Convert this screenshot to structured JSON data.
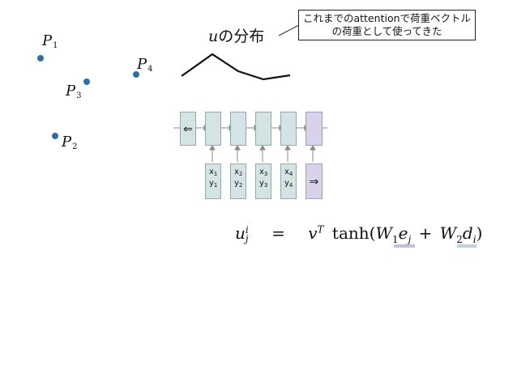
{
  "points": [
    {
      "id": "P1",
      "letter": "P",
      "sub": "1"
    },
    {
      "id": "P4",
      "letter": "P",
      "sub": "4"
    },
    {
      "id": "P3",
      "letter": "P",
      "sub": "3"
    },
    {
      "id": "P2",
      "letter": "P",
      "sub": "2"
    }
  ],
  "distribution": {
    "var": "u",
    "label": "の分布"
  },
  "note": {
    "line1": "これまでのattentionで荷重ベクトル",
    "line2": "の荷重として使ってきた"
  },
  "network": {
    "left_arrow": "⇐",
    "right_arrow": "⇒",
    "inputs": [
      {
        "x": "x",
        "xs": "1",
        "y": "y",
        "ys": "1"
      },
      {
        "x": "x",
        "xs": "2",
        "y": "y",
        "ys": "2"
      },
      {
        "x": "x",
        "xs": "3",
        "y": "y",
        "ys": "3"
      },
      {
        "x": "x",
        "xs": "4",
        "y": "y",
        "ys": "4"
      }
    ]
  },
  "formula": {
    "lhs_var": "u",
    "lhs_sup": "i",
    "lhs_sub": "j",
    "eq": "=",
    "v": "v",
    "v_sup": "T",
    "func": "tanh(",
    "w1": "W",
    "w1_sub": "1",
    "e": "e",
    "e_sub": "j",
    "plus": "+",
    "w2": "W",
    "w2_sub": "2",
    "d": "d",
    "d_sub": "i",
    "close": ")"
  },
  "colors": {
    "point": "#2f6ea3",
    "cell": "#d4e3e3",
    "cell_purple": "#d8d2ea",
    "underline_e": "#c8bfe0",
    "underline_d": "#bfd3dd"
  }
}
